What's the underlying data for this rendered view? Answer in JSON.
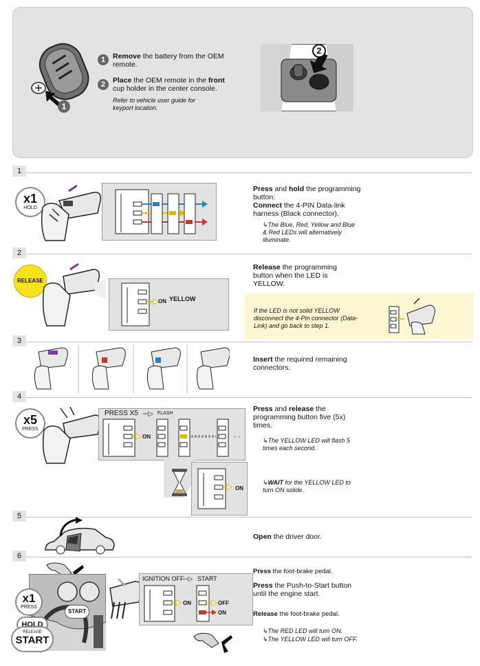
{
  "intro": {
    "step1_bold": "Remove",
    "step1_rest": " the battery from the OEM remote.",
    "step2_bold1": "Place",
    "step2_mid": " the OEM remote in the ",
    "step2_bold2": "front",
    "step2_rest": " cup holder in the center console.",
    "note": "Refer to vehicle user guide for keyport location.",
    "badge1": "1",
    "badge2": "2"
  },
  "steps": [
    {
      "num": "1",
      "badge_top": "x1",
      "badge_bottom": "HOLD",
      "text": [
        {
          "bold": "Press",
          "rest": " and "
        },
        {
          "bold": "hold",
          "rest": " the programming button:"
        },
        {
          "bold": "Connect",
          "rest": " the 4-PIN Data-link harness (Black connector)."
        }
      ],
      "note": "↳The Blue, Red, Yellow and Blue & Red LEDs will alternatively illuminate."
    },
    {
      "num": "2",
      "badge": "RELEASE",
      "on_label": "ON",
      "color_label": "YELLOW",
      "bold": "Release",
      "rest": " the programming button when the LED is YELLOW.",
      "warning": "If the LED is not solid YELLOW disconnect the 4-Pin connector (Data-Link) and go back to step 1."
    },
    {
      "num": "3",
      "bold": "Insert",
      "rest": " the required remaining connectors."
    },
    {
      "num": "4",
      "badge_top": "x5",
      "badge_bottom": "PRESS",
      "box_title": "PRESS X5",
      "box_arrow_label": "FLASH",
      "on_label": "ON",
      "on_label2": "ON",
      "text_bold1": "Press",
      "text_mid": " and ",
      "text_bold2": "release",
      "text_rest": " the programming button five (5x) times.",
      "note1": "↳The YELLOW LED will flash 5 times each second.",
      "note2_prefix": "↳",
      "note2_bold": "WAIT",
      "note2_rest": " for the YELLOW LED to turn ON solide."
    },
    {
      "num": "5",
      "bold": "Open",
      "rest": " the driver door."
    },
    {
      "num": "6",
      "badge_top": "x1",
      "badge_press": "PRESS",
      "badge_hold": "HOLD",
      "badge_release": "RELEASE",
      "badge_start": "START",
      "start_button": "START",
      "box_title_left": "IGNITION OFF",
      "box_title_right": "START",
      "on_label": "ON",
      "off_label": "OFF",
      "on_label2": "ON",
      "line1_bold": "Press",
      "line1_rest": " the foot-brake pedal.",
      "line2_bold": "Press",
      "line2_rest": " the Push-to-Start button until the engine start.",
      "line3_bold": "Release",
      "line3_rest": " the foot-brake pedal.",
      "note1": "↳The RED LED will turn ON.",
      "note2": "↳The YELLOW LED will turn OFF."
    }
  ],
  "colors": {
    "panel": "#e3e3e3",
    "blue_led": "#2f7fb5",
    "red_led": "#c0392b",
    "yellow_led": "#d8c000",
    "release_badge": "#f7e21c",
    "warning_bg": "#fdf6d2"
  }
}
